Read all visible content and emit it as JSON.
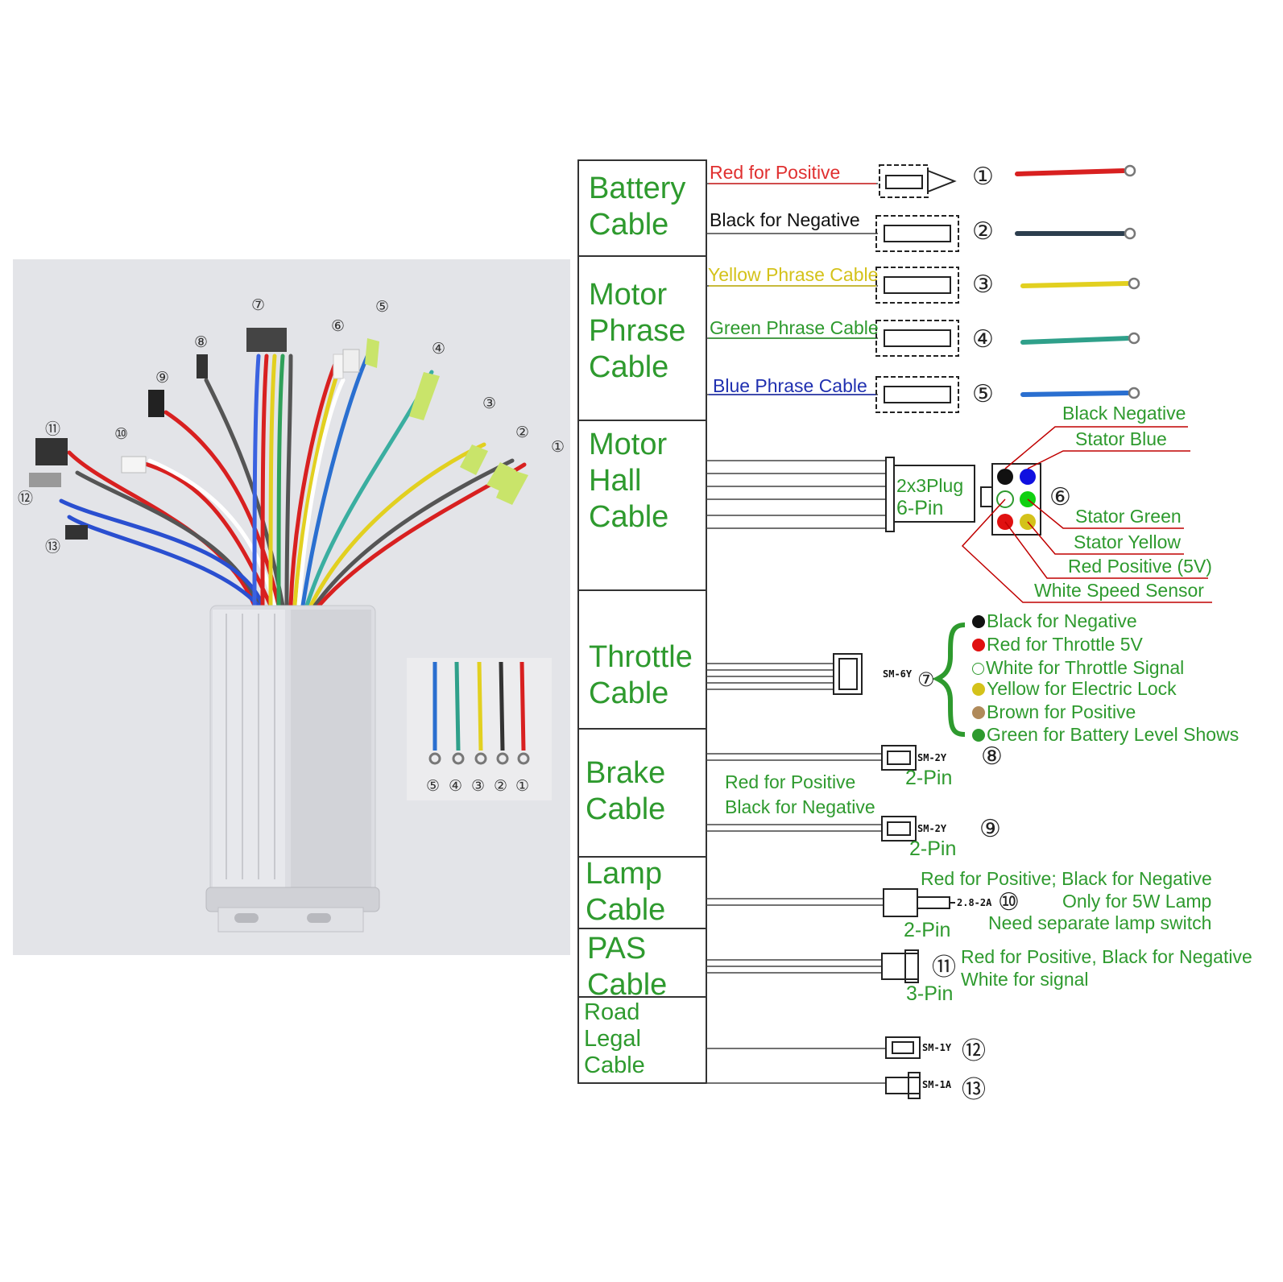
{
  "photo": {
    "callouts": [
      "⑪",
      "⑫",
      "⑬",
      "⑩",
      "⑨",
      "⑧",
      "⑦",
      "⑥",
      "⑤",
      "④",
      "③",
      "②",
      "①"
    ],
    "swatch_labels": [
      "⑤",
      "④",
      "③",
      "②",
      "①"
    ]
  },
  "categories": {
    "battery": "Battery\nCable",
    "motor_phase": "Motor\nPhrase\nCable",
    "motor_hall": "Motor\nHall\nCable",
    "throttle": "Throttle\nCable",
    "brake": "Brake\nCable",
    "lamp": "Lamp\nCable",
    "pas": "PAS\nCable",
    "road_legal": "Road\nLegal\nCable"
  },
  "wires": {
    "red_positive": "Red for Positive",
    "black_negative": "Black for Negative",
    "yellow_phase": "Yellow Phrase Cable",
    "green_phase": "Green Phrase Cable",
    "blue_phase": "Blue Phrase Cable"
  },
  "numbers": [
    "①",
    "②",
    "③",
    "④",
    "⑤",
    "⑥",
    "⑦",
    "⑧",
    "⑨",
    "⑩",
    "⑪",
    "⑫",
    "⑬"
  ],
  "hall": {
    "plug": "2x3Plug",
    "pins": "6-Pin",
    "black_negative": "Black Negative",
    "stator_blue": "Stator Blue",
    "stator_green": "Stator Green",
    "stator_yellow": "Stator Yellow",
    "red_positive": "Red Positive (5V)",
    "white_speed": "White Speed Sensor"
  },
  "throttle": {
    "code": "SM-6Y",
    "items": [
      {
        "text": "Black for Negative",
        "color": "#111111"
      },
      {
        "text": "Red for Throttle 5V",
        "color": "#e01010"
      },
      {
        "text": "White for Throttle Signal",
        "color": "#ffffff"
      },
      {
        "text": "Yellow for Electric Lock",
        "color": "#d4c21a"
      },
      {
        "text": "Brown for Positive",
        "color": "#b08a5a"
      },
      {
        "text": "Green for Battery Level Shows",
        "color": "#2e9a2e"
      }
    ]
  },
  "brake": {
    "code1": "SM-2Y",
    "code2": "SM-2Y",
    "pin1": "2-Pin",
    "pin2": "2-Pin",
    "note1": "Red for Positive",
    "note2": "Black for Negative"
  },
  "lamp": {
    "code": "2.8-2A",
    "pin": "2-Pin",
    "note1": "Red for Positive; Black for Negative",
    "note2": "Only for 5W Lamp",
    "note3": "Need separate lamp switch"
  },
  "pas": {
    "pin": "3-Pin",
    "note1": "Red for Positive, Black for Negative",
    "note2": "White for signal"
  },
  "road": {
    "code1": "SM-1Y",
    "code2": "SM-1A"
  }
}
